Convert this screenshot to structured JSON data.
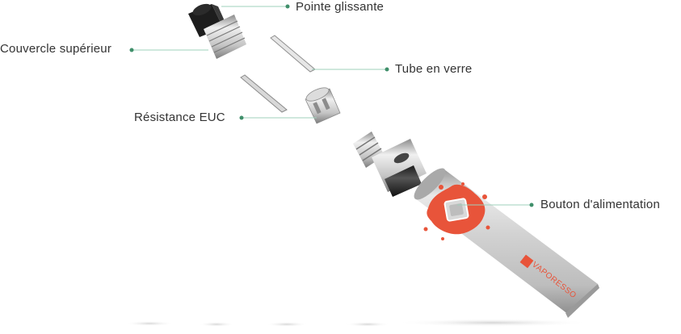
{
  "labels": {
    "drip_tip": "Pointe glissante",
    "top_cap": "Couvercle supérieur",
    "glass_tube": "Tube en verre",
    "coil": "Résistance EUC",
    "power_button": "Bouton d'alimentation"
  },
  "brand_text": "VAPORESSO",
  "colors": {
    "label_text": "#333333",
    "leader_dot": "#3f8f6a",
    "leader_line": "#9fd0bb",
    "accent_splash": "#e8543a",
    "body_metal": "#c9c9c9"
  }
}
